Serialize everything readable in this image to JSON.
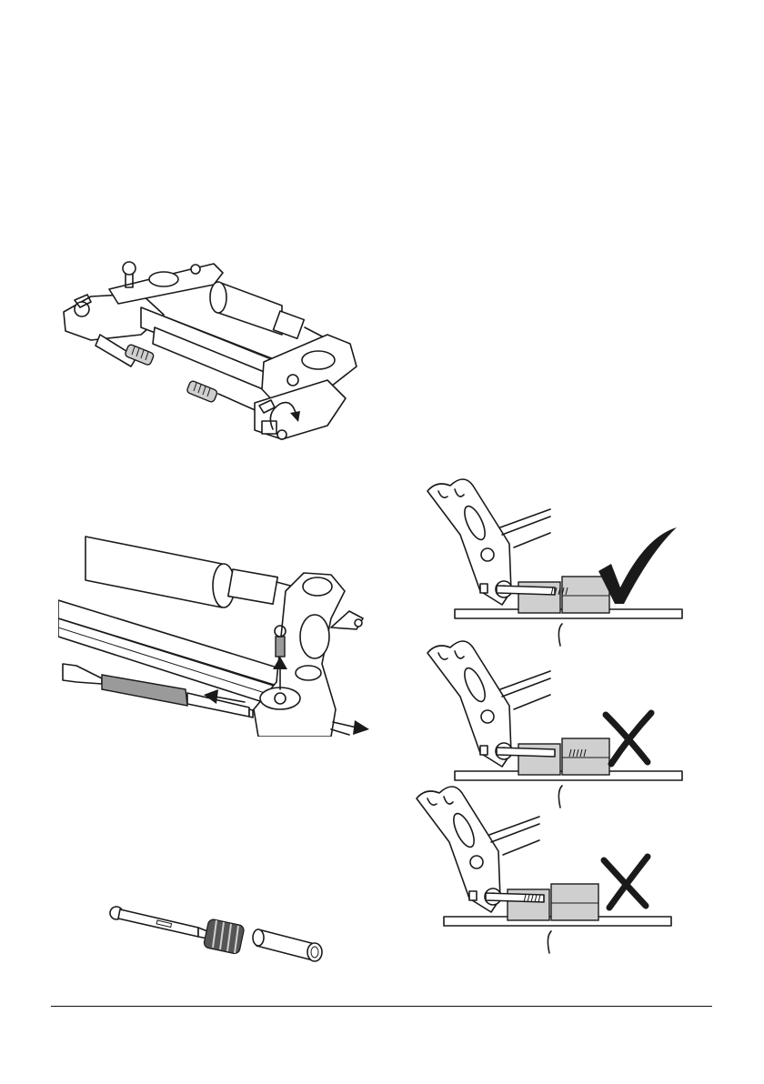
{
  "page": {
    "background": "#ffffff",
    "line_color": "#1a1a1a",
    "shade_color": "#9a9a9a",
    "light_shade_color": "#cfcfcf"
  },
  "figures": {
    "fig1": {
      "icon": "rotate-arrow-icon"
    },
    "fig2": {
      "icons": [
        "arrow-left-icon",
        "arrow-up-icon",
        "arrow-right-icon"
      ]
    },
    "fig3": {
      "icon": "none"
    },
    "fig4": {
      "panels": [
        {
          "status": "correct",
          "icon": "checkmark-icon"
        },
        {
          "status": "incorrect",
          "icon": "cross-icon"
        },
        {
          "status": "incorrect",
          "icon": "cross-icon"
        }
      ]
    }
  }
}
